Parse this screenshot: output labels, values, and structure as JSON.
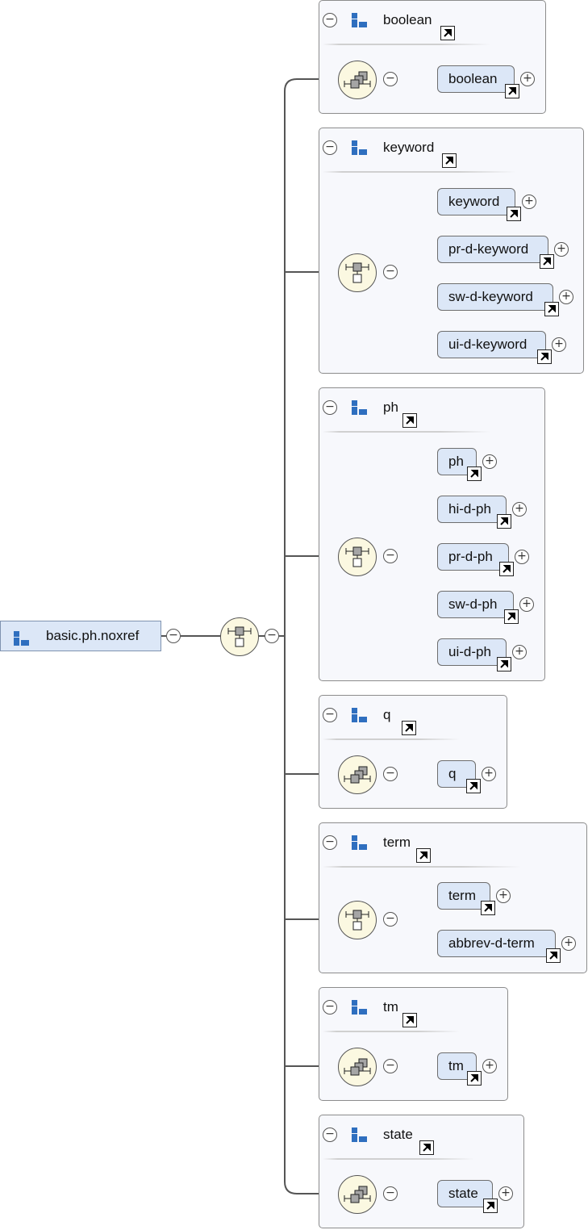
{
  "root": {
    "label": "basic.ph.noxref"
  },
  "groups": [
    {
      "title": "boolean",
      "compositor": "sequence",
      "elements": [
        "boolean"
      ]
    },
    {
      "title": "keyword",
      "compositor": "choice",
      "elements": [
        "keyword",
        "pr-d-keyword",
        "sw-d-keyword",
        "ui-d-keyword"
      ]
    },
    {
      "title": "ph",
      "compositor": "choice",
      "elements": [
        "ph",
        "hi-d-ph",
        "pr-d-ph",
        "sw-d-ph",
        "ui-d-ph"
      ]
    },
    {
      "title": "q",
      "compositor": "sequence",
      "elements": [
        "q"
      ]
    },
    {
      "title": "term",
      "compositor": "choice",
      "elements": [
        "term",
        "abbrev-d-term"
      ]
    },
    {
      "title": "tm",
      "compositor": "sequence",
      "elements": [
        "tm"
      ]
    },
    {
      "title": "state",
      "compositor": "sequence",
      "elements": [
        "state"
      ]
    }
  ],
  "symbols": {
    "collapse": "−",
    "expand": "+"
  },
  "colors": {
    "element_fill": "#dce7f7",
    "compositor_fill": "#fbf8e1",
    "group_fill": "#f7f8fc",
    "icon_blue": "#2f6fbf",
    "line": "#555555"
  }
}
